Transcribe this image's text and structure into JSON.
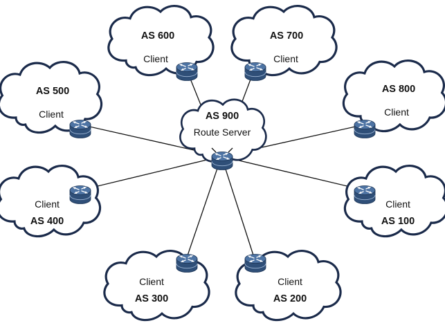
{
  "colors": {
    "cloud_outline": "#1a2a4a",
    "router_body": "#2f4f78",
    "router_top": "#4d73a3",
    "router_dark": "#1c3455",
    "link": "#111111"
  },
  "center": {
    "as": "AS 900",
    "role": "Route Server",
    "icon": "router-icon"
  },
  "clients": [
    {
      "id": "as600",
      "as": "AS 600",
      "role": "Client",
      "icon": "router-icon"
    },
    {
      "id": "as700",
      "as": "AS 700",
      "role": "Client",
      "icon": "router-icon"
    },
    {
      "id": "as500",
      "as": "AS 500",
      "role": "Client",
      "icon": "router-icon"
    },
    {
      "id": "as800",
      "as": "AS 800",
      "role": "Client",
      "icon": "router-icon"
    },
    {
      "id": "as400",
      "as": "AS 400",
      "role": "Client",
      "icon": "router-icon"
    },
    {
      "id": "as100",
      "as": "AS 100",
      "role": "Client",
      "icon": "router-icon"
    },
    {
      "id": "as300",
      "as": "AS 300",
      "role": "Client",
      "icon": "router-icon"
    },
    {
      "id": "as200",
      "as": "AS 200",
      "role": "Client",
      "icon": "router-icon"
    }
  ]
}
